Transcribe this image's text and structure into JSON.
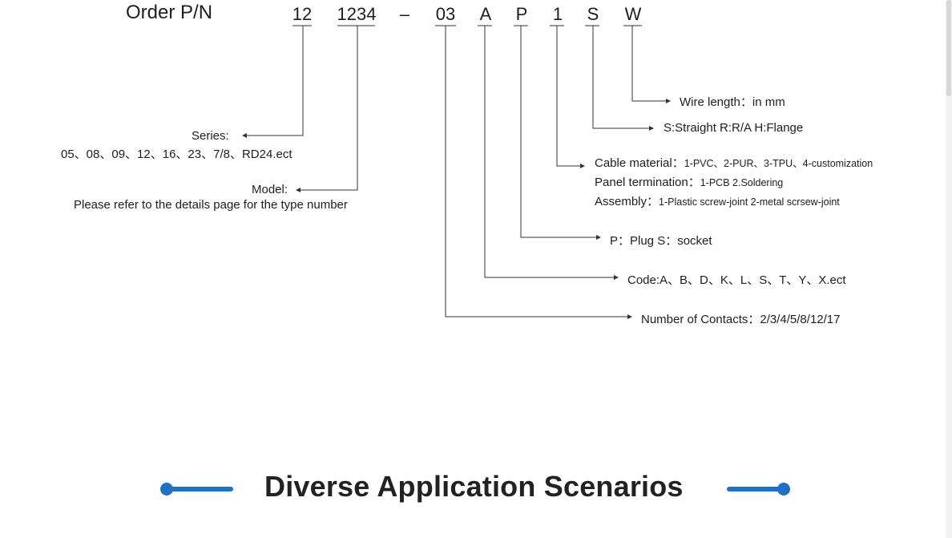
{
  "order_pn_label": "Order P/N",
  "segments": [
    "12",
    "1234",
    "–",
    "03",
    "A",
    "P",
    "1",
    "S",
    "W"
  ],
  "descriptions": {
    "wire_length": "Wire length：in mm",
    "straight": "S:Straight R:R/A H:Flange",
    "cable_material_label": "Cable material：",
    "cable_material_value": "1-PVC、2-PUR、3-TPU、4-customization",
    "panel_termination_label": "Panel termination：",
    "panel_termination_value": "1-PCB 2.Soldering",
    "assembly_label": "Assembly：",
    "assembly_value": "1-Plastic screw-joint 2-metal scrsew-joint",
    "plug_socket": "P：Plug  S：socket",
    "code": "Code:A、B、D、K、L、S、T、Y、X.ect",
    "contacts": "Number of Contacts：2/3/4/5/8/12/17",
    "series_label": "Series:",
    "series_values": "05、08、09、12、16、23、7/8、RD24.ect",
    "model_label": "Model:",
    "model_note": "Please refer to the details page for the type number"
  },
  "section_heading": "Diverse Application Scenarios",
  "colors": {
    "accent": "#1f72c2",
    "line": "#333333"
  }
}
